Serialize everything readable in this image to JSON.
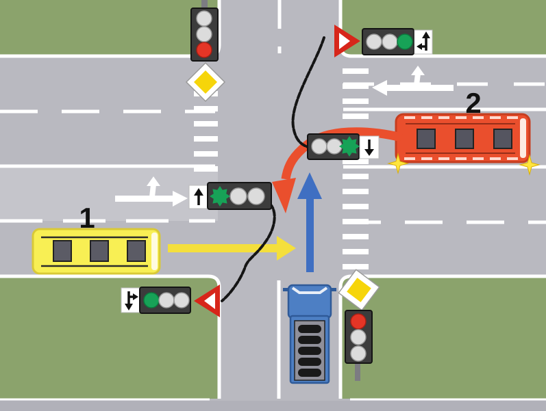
{
  "scene": {
    "labels": {
      "vehicle1": "1",
      "vehicle2": "2"
    },
    "vehicles": [
      {
        "name": "yellow-bus",
        "label": "1",
        "body_color": "#f8ef54",
        "heading": "east",
        "maneuver": "straight",
        "trajectory_color": "#f4df3c",
        "windows": 3
      },
      {
        "name": "red-bus",
        "label": "2",
        "body_color": "#ea4f2d",
        "heading": "west",
        "maneuver": "left-turn",
        "trajectory_color": "#ea4f2d",
        "windows": 3,
        "turn_signal": "left-blinkers-flashing",
        "blinker_color": "#ffe53e"
      },
      {
        "name": "blue-truck",
        "body_color": "#4d7fc4",
        "heading": "north",
        "maneuver": "straight",
        "trajectory_color": "#3f6fc2"
      }
    ],
    "traffic_lights": [
      {
        "name": "top-left-light",
        "orientation": "vertical",
        "lamps": [
          "off",
          "off",
          "red"
        ]
      },
      {
        "name": "top-right-light",
        "orientation": "horizontal",
        "lamps": [
          "off",
          "off",
          "green"
        ],
        "plate": "straight-or-left-arrows",
        "companion_sign": "yield-triangle"
      },
      {
        "name": "center-right-light",
        "orientation": "horizontal",
        "lamps": [
          "off",
          "off",
          "green-flashing"
        ],
        "plate": "down-arrow"
      },
      {
        "name": "center-left-light",
        "orientation": "horizontal",
        "lamps": [
          "green-flashing",
          "off",
          "off"
        ],
        "plate": "up-arrow"
      },
      {
        "name": "bottom-left-light",
        "orientation": "horizontal",
        "lamps": [
          "green",
          "off",
          "off"
        ],
        "plate": "straight-or-right-arrows",
        "companion_sign": "yield-triangle"
      },
      {
        "name": "bottom-right-light",
        "orientation": "vertical",
        "lamps": [
          "red",
          "off",
          "off"
        ],
        "companion_sign": "priority-road-diamond"
      }
    ],
    "signs": [
      {
        "name": "priority-road-sign-top-left",
        "shape": "diamond",
        "colors": [
          "#ffffff",
          "#f6d50a"
        ]
      },
      {
        "name": "priority-road-sign-bottom-right",
        "shape": "diamond",
        "colors": [
          "#ffffff",
          "#f6d50a"
        ]
      },
      {
        "name": "yield-sign-top-right",
        "shape": "triangle",
        "color": "#d7261a"
      },
      {
        "name": "yield-sign-bottom-left",
        "shape": "triangle",
        "color": "#d7261a"
      }
    ],
    "road_markings": [
      "dashed-lane-lines",
      "solid-lane-lines",
      "intersection-guide-dashes",
      "straight-or-left-lane-arrow-west",
      "straight-or-left-lane-arrow-east"
    ],
    "colors": {
      "grass": "#8ba36c",
      "road": "#b9b9c0",
      "road_light_band": "#c5c5cb",
      "line_white": "#ffffff",
      "lamp_red": "#e53526",
      "lamp_green": "#17a257",
      "lamp_off": "#dcdcdc",
      "housing": "#3c3c3c",
      "yield_red": "#d7261a",
      "priority_yellow": "#f6d50a",
      "wire_black": "#151515",
      "arrow_yellow": "#f4df3c",
      "arrow_blue": "#3f6fc2",
      "arrow_red": "#ea4f2d"
    }
  }
}
